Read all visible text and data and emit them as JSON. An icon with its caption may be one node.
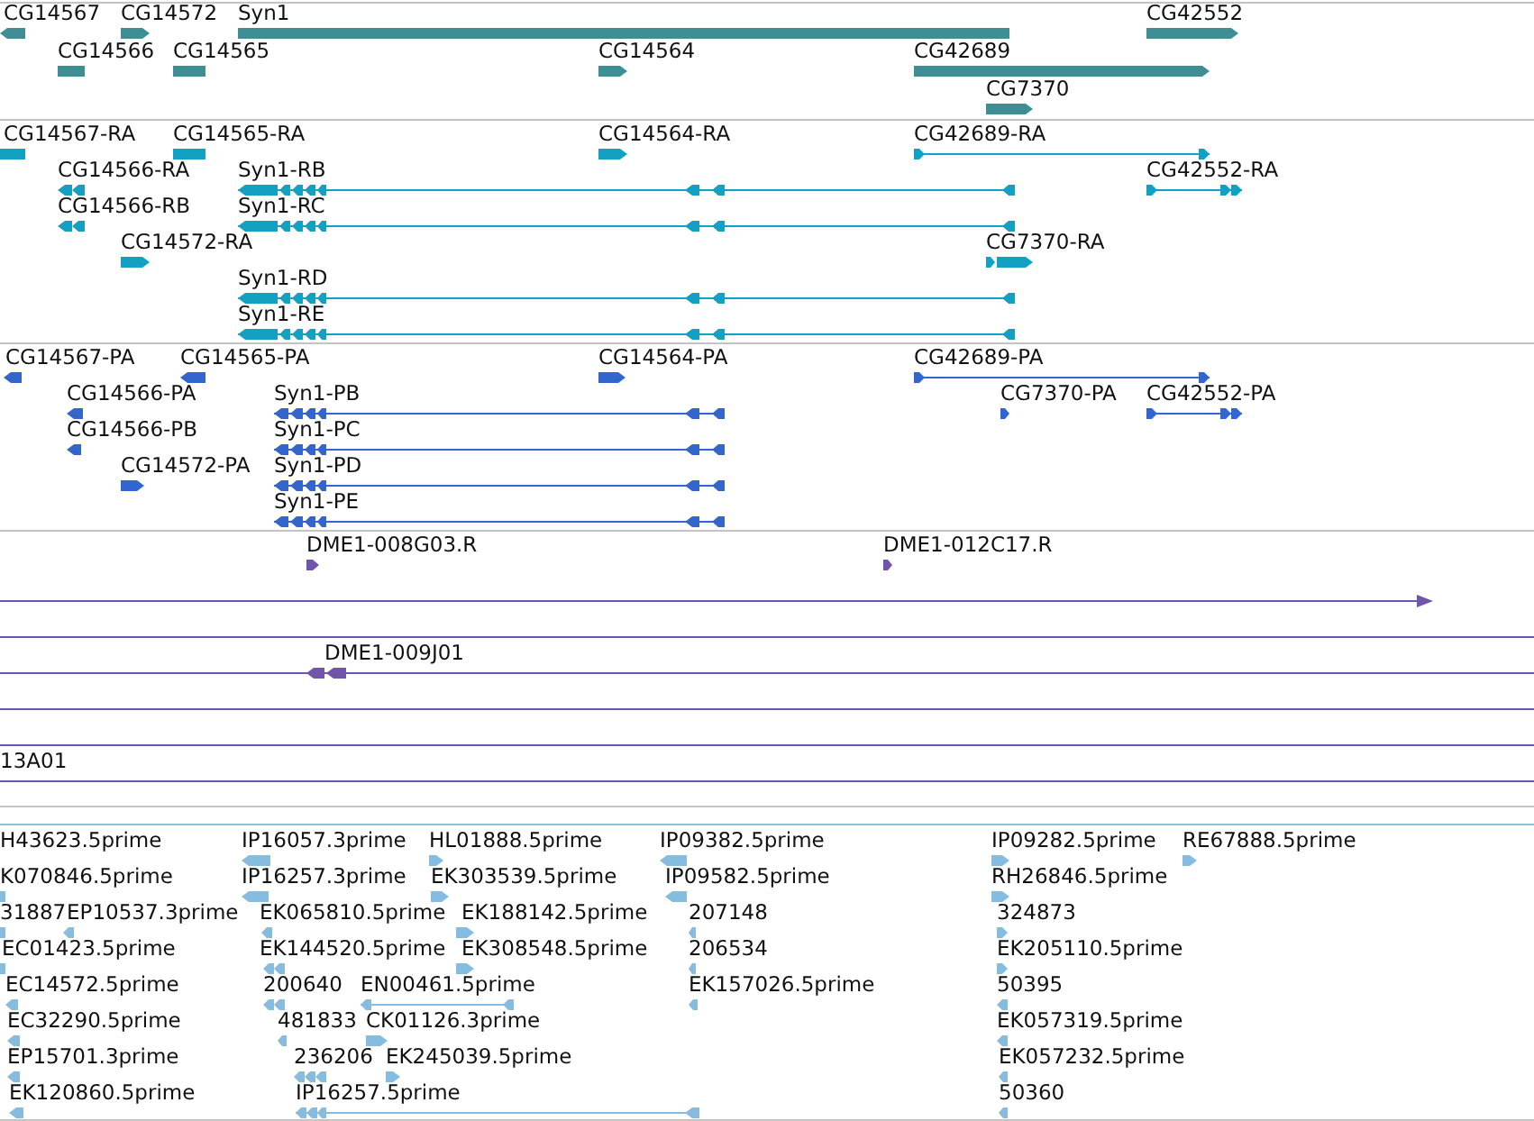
{
  "diagram": {
    "labels": [
      "CG14567",
      "CG14572",
      "Syn1",
      "CG42552",
      "CG14566",
      "CG14565",
      "CG14564",
      "CG42689",
      "CG7370",
      "CG14567-RA",
      "CG14565-RA",
      "CG14564-RA",
      "CG42689-RA",
      "CG14566-RA",
      "Syn1-RB",
      "CG42552-RA",
      "CG14566-RB",
      "Syn1-RC",
      "CG14572-RA",
      "CG7370-RA",
      "Syn1-RD",
      "Syn1-RE",
      "CG14567-PA",
      "CG14565-PA",
      "CG14564-PA",
      "CG42689-PA",
      "CG14566-PA",
      "Syn1-PB",
      "CG7370-PA",
      "CG42552-PA",
      "CG14566-PB",
      "Syn1-PC",
      "CG14572-PA",
      "Syn1-PD",
      "Syn1-PE",
      "DME1-008G03.R",
      "DME1-012C17.R",
      "DME1-009J01",
      "13A01",
      "H43623.5prime",
      "IP16057.3prime",
      "HL01888.5prime",
      "IP09382.5prime",
      "IP09282.5prime",
      "RE67888.5prime",
      "K070846.5prime",
      "IP16257.3prime",
      "EK303539.5prime",
      "IP09582.5prime",
      "RH26846.5prime",
      "31887",
      "EP10537.3prime",
      "EK065810.5prime",
      "EK188142.5prime",
      "207148",
      "324873",
      "EC01423.5prime",
      "EK144520.5prime",
      "EK308548.5prime",
      "206534",
      "EK205110.5prime",
      "EC14572.5prime",
      "200640",
      "EN00461.5prime",
      "EK157026.5prime",
      "50395",
      "EC32290.5prime",
      "481833",
      "CK01126.3prime",
      "EK057319.5prime",
      "EP15701.3prime",
      "236206",
      "EK245039.5prime",
      "EK057232.5prime",
      "EK120860.5prime",
      "IP16257.5prime",
      "50360"
    ]
  }
}
